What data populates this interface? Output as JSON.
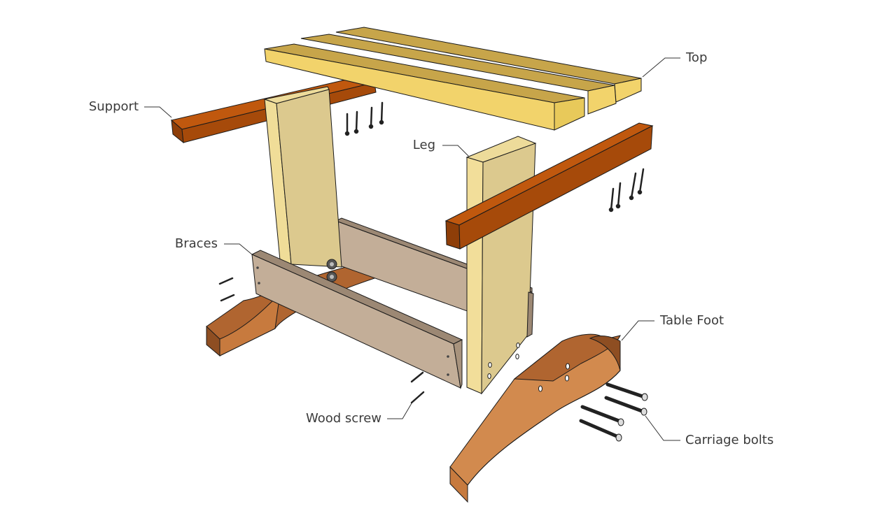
{
  "labels": {
    "top": "Top",
    "support": "Support",
    "leg": "Leg",
    "braces": "Braces",
    "table_foot": "Table Foot",
    "wood_screw": "Wood screw",
    "carriage_bolts": "Carriage bolts"
  },
  "colors": {
    "top_light": "#F2D36B",
    "top_side": "#E8C95A",
    "top_dark": "#C7A54A",
    "support_top": "#C0580E",
    "support_front": "#A64A0A",
    "leg_face": "#DCC98E",
    "leg_side": "#EDDB9A",
    "brace_face": "#C3AE98",
    "brace_top": "#9C8874",
    "foot_front": "#D28A4E",
    "foot_top": "#B06530",
    "foot_side": "#8E4E22",
    "hardware": "#222222",
    "line": "#1a1a1a",
    "label_text": "#3b3b3b"
  },
  "icons": [
    "wood-screw-icon",
    "carriage-bolt-icon"
  ]
}
